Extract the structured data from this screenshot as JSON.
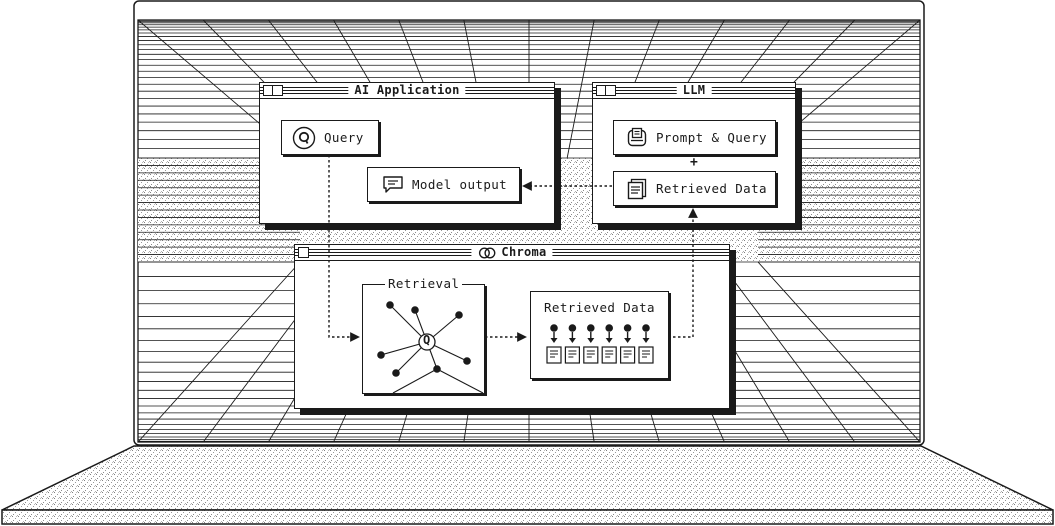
{
  "windows": {
    "ai_application": {
      "title": "AI Application",
      "query_label": "Query",
      "model_output_label": "Model output"
    },
    "llm": {
      "title": "LLM",
      "prompt_query_label": "Prompt & Query",
      "plus": "+",
      "retrieved_data_label": "Retrieved Data"
    },
    "chroma": {
      "title": "Chroma",
      "retrieval_label": "Retrieval",
      "retrieved_data_label": "Retrieved Data",
      "query_node_glyph": "Q"
    }
  },
  "icons": {
    "query": "magnifier-q-icon",
    "model_output": "chat-bubble-icon",
    "prompt": "printer-document-icon",
    "retrieved_data": "document-stack-icon",
    "chroma_logo": "chroma-logo-icon"
  },
  "colors": {
    "ink": "#1a1a1a",
    "paper": "#ffffff"
  }
}
